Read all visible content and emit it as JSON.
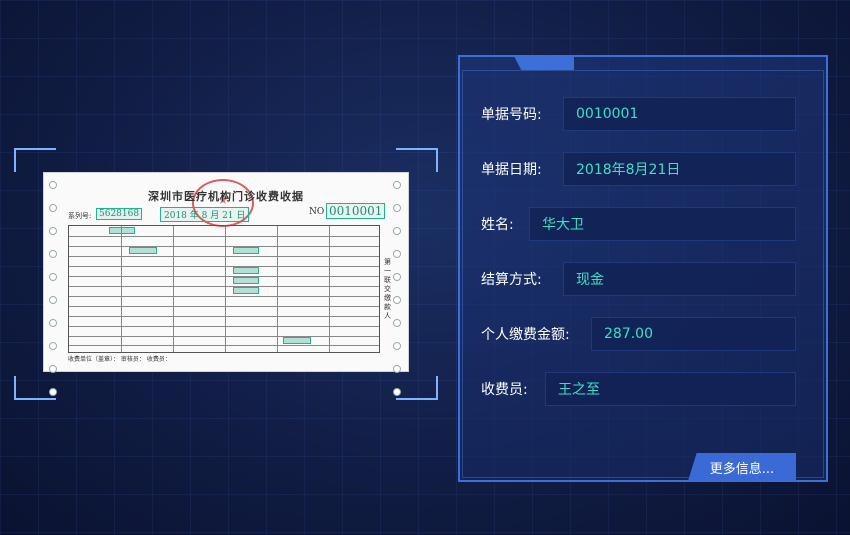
{
  "receipt": {
    "title": "深圳市医疗机构门诊收费收据",
    "serial_label": "系列号:",
    "serial": "5628168",
    "no_label": "NO",
    "number": "0010001",
    "date": "2018 年 8 月 21 日",
    "side_text": "第一联 交缴款人",
    "footer": "收费单位（盖章）：        审核员：        收费员："
  },
  "fields": [
    {
      "label": "单据号码:",
      "value": "0010001"
    },
    {
      "label": "单据日期:",
      "value": "2018年8月21日"
    },
    {
      "label": "姓名:",
      "value": "华大卫"
    },
    {
      "label": "结算方式:",
      "value": "现金"
    },
    {
      "label": "个人缴费金额:",
      "value": "287.00"
    },
    {
      "label": "收费员:",
      "value": "王之至"
    }
  ],
  "more_button": "更多信息...",
  "colors": {
    "accent": "#3b6ad6",
    "value_text": "#3fe0c0",
    "highlight": "#26b092"
  }
}
